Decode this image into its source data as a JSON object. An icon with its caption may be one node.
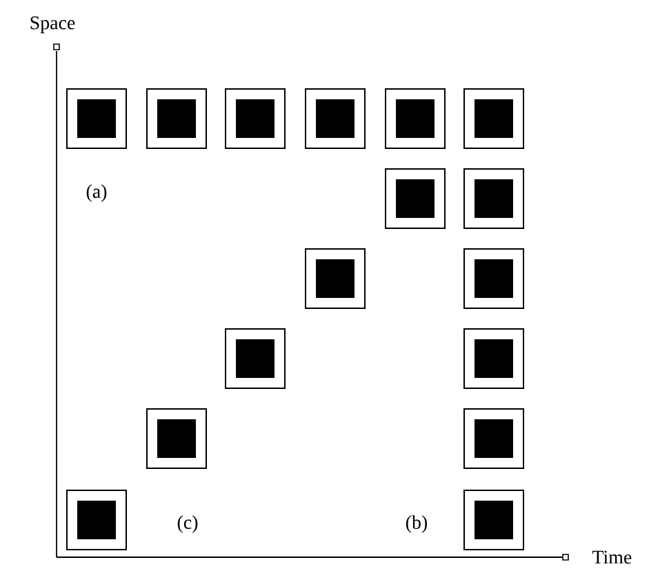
{
  "diagram": {
    "nodes": [
      {
        "text": [],
        "shape": "box"
      },
      {
        "text": [],
        "shape": "box"
      },
      {
        "text": [],
        "shape": "box"
      },
      {
        "text": [],
        "shape": "box"
      },
      {
        "text": [],
        "shape": "box"
      },
      {
        "text": [],
        "shape": "box"
      },
      {
        "text": [],
        "shape": "box"
      },
      {
        "text": [],
        "shape": "box"
      },
      {
        "text": [],
        "shape": "box"
      },
      {
        "text": [],
        "shape": "box"
      },
      {
        "text": [],
        "shape": "box"
      },
      {
        "text": [],
        "shape": "box"
      },
      {
        "text": [],
        "shape": "box"
      },
      {
        "text": [],
        "shape": "box"
      },
      {
        "text": [],
        "shape": "box"
      },
      {
        "text": [],
        "shape": "box"
      }
    ],
    "labels": [
      "Space",
      "(a)",
      "(c)",
      "(b)",
      "Time"
    ]
  }
}
